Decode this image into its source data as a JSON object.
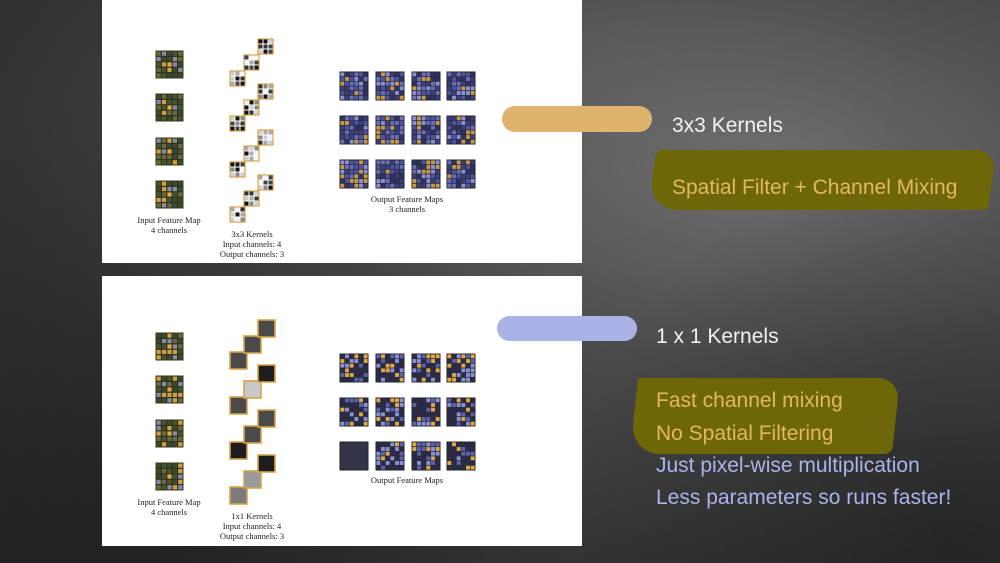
{
  "panel_top": {
    "input_caption": [
      "Input Feature Map",
      "4 channels"
    ],
    "kernel_caption": [
      "3x3 Kernels",
      "Input channels: 4",
      "Output channels: 3"
    ],
    "output_caption": [
      "Output Feature Maps",
      "3 channels"
    ]
  },
  "panel_bottom": {
    "input_caption": [
      "Input Feature Map",
      "4 channels"
    ],
    "kernel_caption": [
      "1x1 Kernels",
      "Input channels: 4",
      "Output channels: 3"
    ],
    "output_caption": [
      "Output Feature Maps"
    ]
  },
  "right_top": {
    "heading": "3x3 Kernels",
    "highlight": "Spatial Filter + Channel Mixing",
    "pill_color": "#deb46c"
  },
  "right_bottom": {
    "heading": "1 x 1 Kernels",
    "points": [
      {
        "text": "Fast channel mixing",
        "color": "#e3b860",
        "highlighted": true
      },
      {
        "text": "No Spatial Filtering",
        "color": "#e3b860",
        "highlighted": true
      },
      {
        "text": "Just pixel-wise multiplication",
        "color": "#aab4ec",
        "highlighted": false
      },
      {
        "text": "Less parameters so runs faster!",
        "color": "#aab4ec",
        "highlighted": false
      }
    ],
    "pill_color": "#a9b3e6"
  },
  "colors": {
    "gold": "#e3b860",
    "lavender": "#aab4ec",
    "brush": "#6d6708"
  }
}
